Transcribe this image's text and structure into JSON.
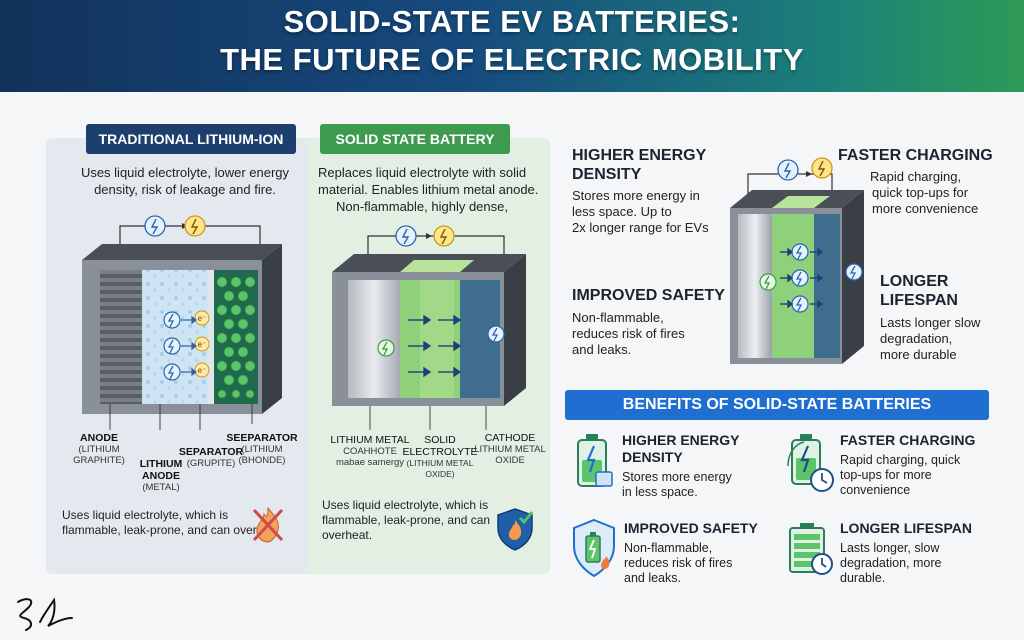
{
  "header": {
    "title_line1": "SOLID-STATE EV BATTERIES:",
    "title_line2": "THE FUTURE OF ELECTRIC MOBILITY"
  },
  "traditional": {
    "heading": "TRADITIONAL LITHIUM-ION",
    "desc_line1": "Uses liquid electrolyte, lower energy",
    "desc_line2": "density, risk of leakage and fire.",
    "electron_label": "e⁻",
    "labels": {
      "anode": "ANODE",
      "anode_sub1": "(LITHIUM",
      "anode_sub2": "GRAPHITE)",
      "lithium_anode1": "LITHIUM",
      "lithium_anode2": "ANODE",
      "lithium_anode_sub": "(METAL)",
      "separator": "SEPARATOR",
      "separator_sub": "(GRUPITE)",
      "seeparator": "SEEPARATOR",
      "seeparator_sub1": "(LITHIUM",
      "seeparator_sub2": "(BHONDE)"
    },
    "footer_line1": "Uses liquid electrolyte, which is",
    "footer_line2": "flammable, leak-prone, and can over"
  },
  "solid": {
    "heading": "SOLID STATE BATTERY",
    "desc_line1": "Replaces liquid electrolyte with solid",
    "desc_line2": "material. Enables lithium metal anode.",
    "desc_line3": "Non-flammable, highly dense,",
    "labels": {
      "lithium_metal": "LITHIUM METAL",
      "lithium_metal_sub1": "COAHHOTE",
      "lithium_metal_sub2": "mabae samergy",
      "solid1": "SOLID",
      "solid2": "ELECTROLYTE",
      "solid_sub": "(LITHIUM METAL OXIDE)",
      "cathode": "CATHODE",
      "cathode_sub1": "LITHIUM METAL",
      "cathode_sub2": "OXIDE"
    },
    "footer_line1": "Uses liquid electrolyte, which is",
    "footer_line2": "flammable, leak-prone, and can",
    "footer_line3": "overheat."
  },
  "top_benefits": {
    "energy_h1": "HIGHER ENERGY",
    "energy_h2": "DENSITY",
    "energy_t1": "Stores more energy in",
    "energy_t2": "less space. Up to",
    "energy_t3": "2x longer range for EVs",
    "charging_h": "FASTER CHARGING",
    "charging_t1": "Rapid charging,",
    "charging_t2": "quick top-ups for",
    "charging_t3": "more convenience",
    "safety_h": "IMPROVED SAFETY",
    "safety_t1": "Non-flammable,",
    "safety_t2": "reduces risk of fires",
    "safety_t3": "and leaks.",
    "lifespan_h1": "LONGER",
    "lifespan_h2": "LIFESPAN",
    "lifespan_t1": "Lasts longer slow",
    "lifespan_t2": "degradation,",
    "lifespan_t3": "more durable"
  },
  "benefits": {
    "heading": "BENEFITS OF SOLID-STATE BATTERIES",
    "energy_h1": "HIGHER ENERGY",
    "energy_h2": "DENSITY",
    "energy_t1": "Stores more energy",
    "energy_t2": "in less space.",
    "charging_h": "FASTER CHARGING",
    "charging_t1": "Rapid charging,  quick",
    "charging_t2": "top-ups for more",
    "charging_t3": "convenience",
    "safety_h": "IMPROVED SAFETY",
    "safety_t1": "Non-flammable,",
    "safety_t2": "reduces risk of fires",
    "safety_t3": "and leaks.",
    "lifespan_h": "LONGER LIFESPAN",
    "lifespan_t1": "Lasts longer,  slow",
    "lifespan_t2": "degradation, more",
    "lifespan_t3": "durable."
  },
  "colors": {
    "navy": "#1d3f6e",
    "green": "#3d9a4f",
    "blue": "#1f6fd1"
  }
}
